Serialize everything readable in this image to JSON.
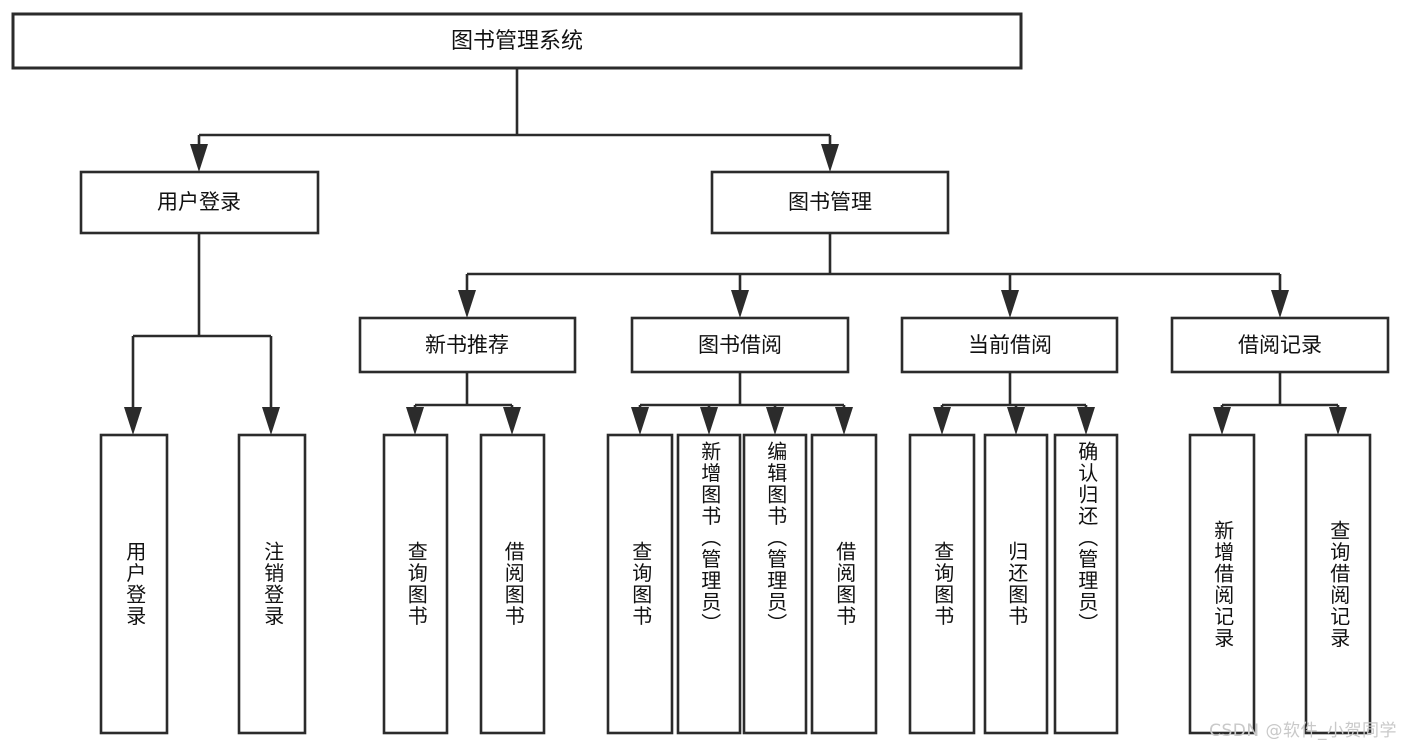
{
  "diagram": {
    "type": "tree",
    "title": "图书管理系统",
    "orientation": "top-down",
    "colors": {
      "box_stroke": "#2b2b2b",
      "box_fill": "#ffffff",
      "text": "#111111",
      "background": "#ffffff",
      "watermark": "#c9c9c9"
    },
    "root": {
      "label": "图书管理系统"
    },
    "level2": {
      "user_login": "用户登录",
      "book_manage": "图书管理"
    },
    "level3": {
      "new_book_recommend": "新书推荐",
      "book_borrow": "图书借阅",
      "current_borrow": "当前借阅",
      "borrow_record": "借阅记录"
    },
    "leaves": {
      "user_login": [
        "用户登录",
        "注销登录"
      ],
      "new_book_recommend": [
        "查询图书",
        "借阅图书"
      ],
      "book_borrow": [
        "查询图书",
        "新增图书（管理员）",
        "编辑图书（管理员）",
        "借阅图书"
      ],
      "current_borrow": [
        "查询图书",
        "归还图书",
        "确认归还（管理员）"
      ],
      "borrow_record": [
        "新增借阅记录",
        "查询借阅记录"
      ]
    }
  },
  "watermark": {
    "text": "CSDN @软件_小贺同学"
  }
}
